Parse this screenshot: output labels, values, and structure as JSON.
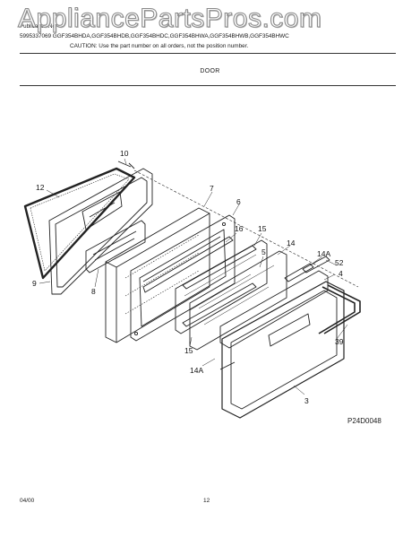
{
  "watermark": "AppliancePartsPros.com",
  "header": {
    "publication": "Publication No.",
    "publication_number": "5995337069",
    "models": "GGF354BHDA,GGF354BHDB,GGF354BHDC,GGF354BHWA,GGF354BHWB,GGF354BHWC",
    "caution": "CAUTION:  Use the part number on all orders, not the position number."
  },
  "section": {
    "title": "DOOR"
  },
  "diagram": {
    "callouts": [
      "10",
      "12",
      "7",
      "6",
      "16",
      "15",
      "9",
      "8",
      "14",
      "5",
      "14A",
      "52",
      "4",
      "15",
      "39",
      "14A",
      "3"
    ],
    "ref_code": "P24D0048"
  },
  "footer": {
    "date": "04/00",
    "page": "12"
  }
}
